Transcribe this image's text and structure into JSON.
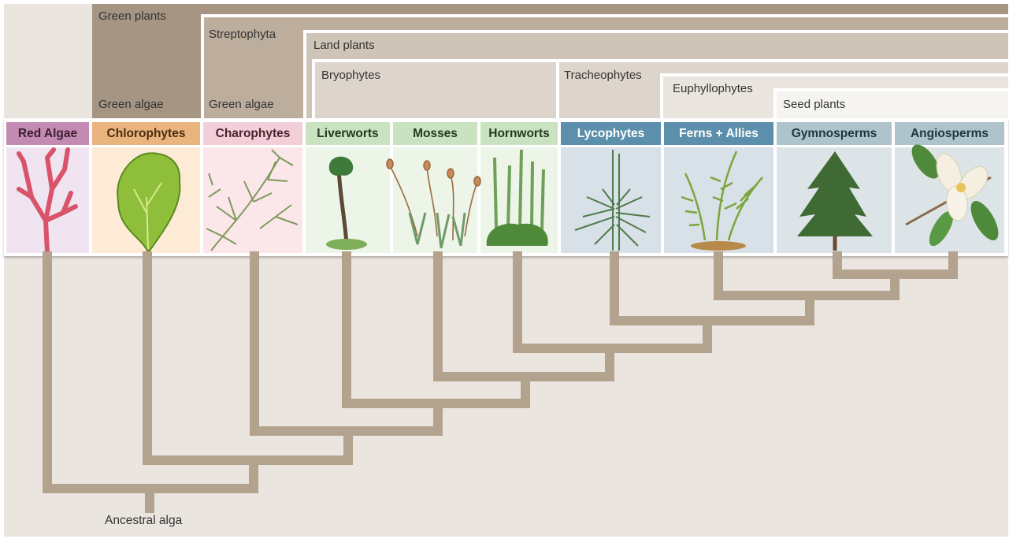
{
  "groups": {
    "green_plants": "Green plants",
    "streptophyta": "Streptophyta",
    "land_plants": "Land plants",
    "bryophytes": "Bryophytes",
    "tracheophytes": "Tracheophytes",
    "euphyllophytes": "Euphyllophytes",
    "seed_plants": "Seed plants",
    "green_algae_1": "Green algae",
    "green_algae_2": "Green algae"
  },
  "taxa": [
    {
      "label": "Red Algae",
      "color": "#c38ab3",
      "text": "#3a2030",
      "panel": "#f0e4f0",
      "icon": "red-algae-icon"
    },
    {
      "label": "Chlorophytes",
      "color": "#e9b47e",
      "text": "#4a2e10",
      "panel": "#fdebd5",
      "icon": "chlorophyte-icon"
    },
    {
      "label": "Charophytes",
      "color": "#f2ced8",
      "text": "#4a2530",
      "panel": "#fbe6ea",
      "icon": "charophyte-icon"
    },
    {
      "label": "Liverworts",
      "color": "#c9e3c0",
      "text": "#223a20",
      "panel": "#edf5e8",
      "icon": "liverwort-icon"
    },
    {
      "label": "Mosses",
      "color": "#c9e3c0",
      "text": "#223a20",
      "panel": "#edf5e8",
      "icon": "moss-icon"
    },
    {
      "label": "Hornworts",
      "color": "#c9e3c0",
      "text": "#223a20",
      "panel": "#edf5e8",
      "icon": "hornwort-icon"
    },
    {
      "label": "Lycophytes",
      "color": "#5c8fab",
      "text": "#ffffff",
      "panel": "#d8e0e8",
      "icon": "lycophyte-icon"
    },
    {
      "label": "Ferns + Allies",
      "color": "#5c8fab",
      "text": "#ffffff",
      "panel": "#d8e0e8",
      "icon": "fern-icon"
    },
    {
      "label": "Gymnosperms",
      "color": "#aec3cc",
      "text": "#1f3540",
      "panel": "#dde4e8",
      "icon": "conifer-icon"
    },
    {
      "label": "Angiosperms",
      "color": "#aec3cc",
      "text": "#1f3540",
      "panel": "#dde4e8",
      "icon": "flower-icon"
    }
  ],
  "root_label": "Ancestral alga",
  "colors": {
    "branch": "#b3a28e",
    "background": "#ebe5df"
  }
}
